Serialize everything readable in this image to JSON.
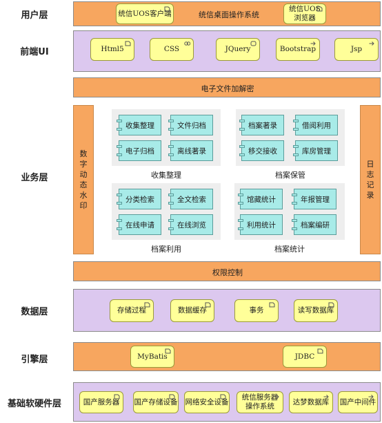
{
  "layers": {
    "user": "用户层",
    "frontend": "前端UI",
    "business": "业务层",
    "data": "数据层",
    "engine": "引擎层",
    "hardware": "基础软硬件层"
  },
  "user_band": {
    "title": "统信桌面操作系统",
    "items": [
      "统信UOS客户端",
      "统信UOS\n浏览器"
    ]
  },
  "frontend_band": {
    "items": [
      "Html5",
      "CSS",
      "JQuery",
      "Bootstrap",
      "Jsp"
    ]
  },
  "encrypt_bar": "电子文件加解密",
  "watermark_bar": "数字动态水印",
  "log_bar": "日志记录",
  "groups": [
    {
      "label": "收集整理",
      "items": [
        "收集整理",
        "文件归档",
        "电子归档",
        "离线著录"
      ]
    },
    {
      "label": "档案保管",
      "items": [
        "档案著录",
        "借阅利用",
        "移交接收",
        "库房管理"
      ]
    },
    {
      "label": "档案利用",
      "items": [
        "分类检索",
        "全文检索",
        "在线申请",
        "在线浏览"
      ]
    },
    {
      "label": "档案统计",
      "items": [
        "馆藏统计",
        "年报管理",
        "利用统计",
        "档案编研"
      ]
    }
  ],
  "permission_bar": "权限控制",
  "data_band": {
    "items": [
      "存储过程",
      "数据缓存",
      "事务",
      "读写数据库"
    ]
  },
  "engine_band": {
    "items": [
      "MyBatis",
      "JDBC"
    ]
  },
  "hardware_band": {
    "items": [
      "国产服务器",
      "国产存储设备",
      "网络安全设备",
      "统信服务器\n操作系统",
      "达梦数据库",
      "国产中间件"
    ]
  }
}
